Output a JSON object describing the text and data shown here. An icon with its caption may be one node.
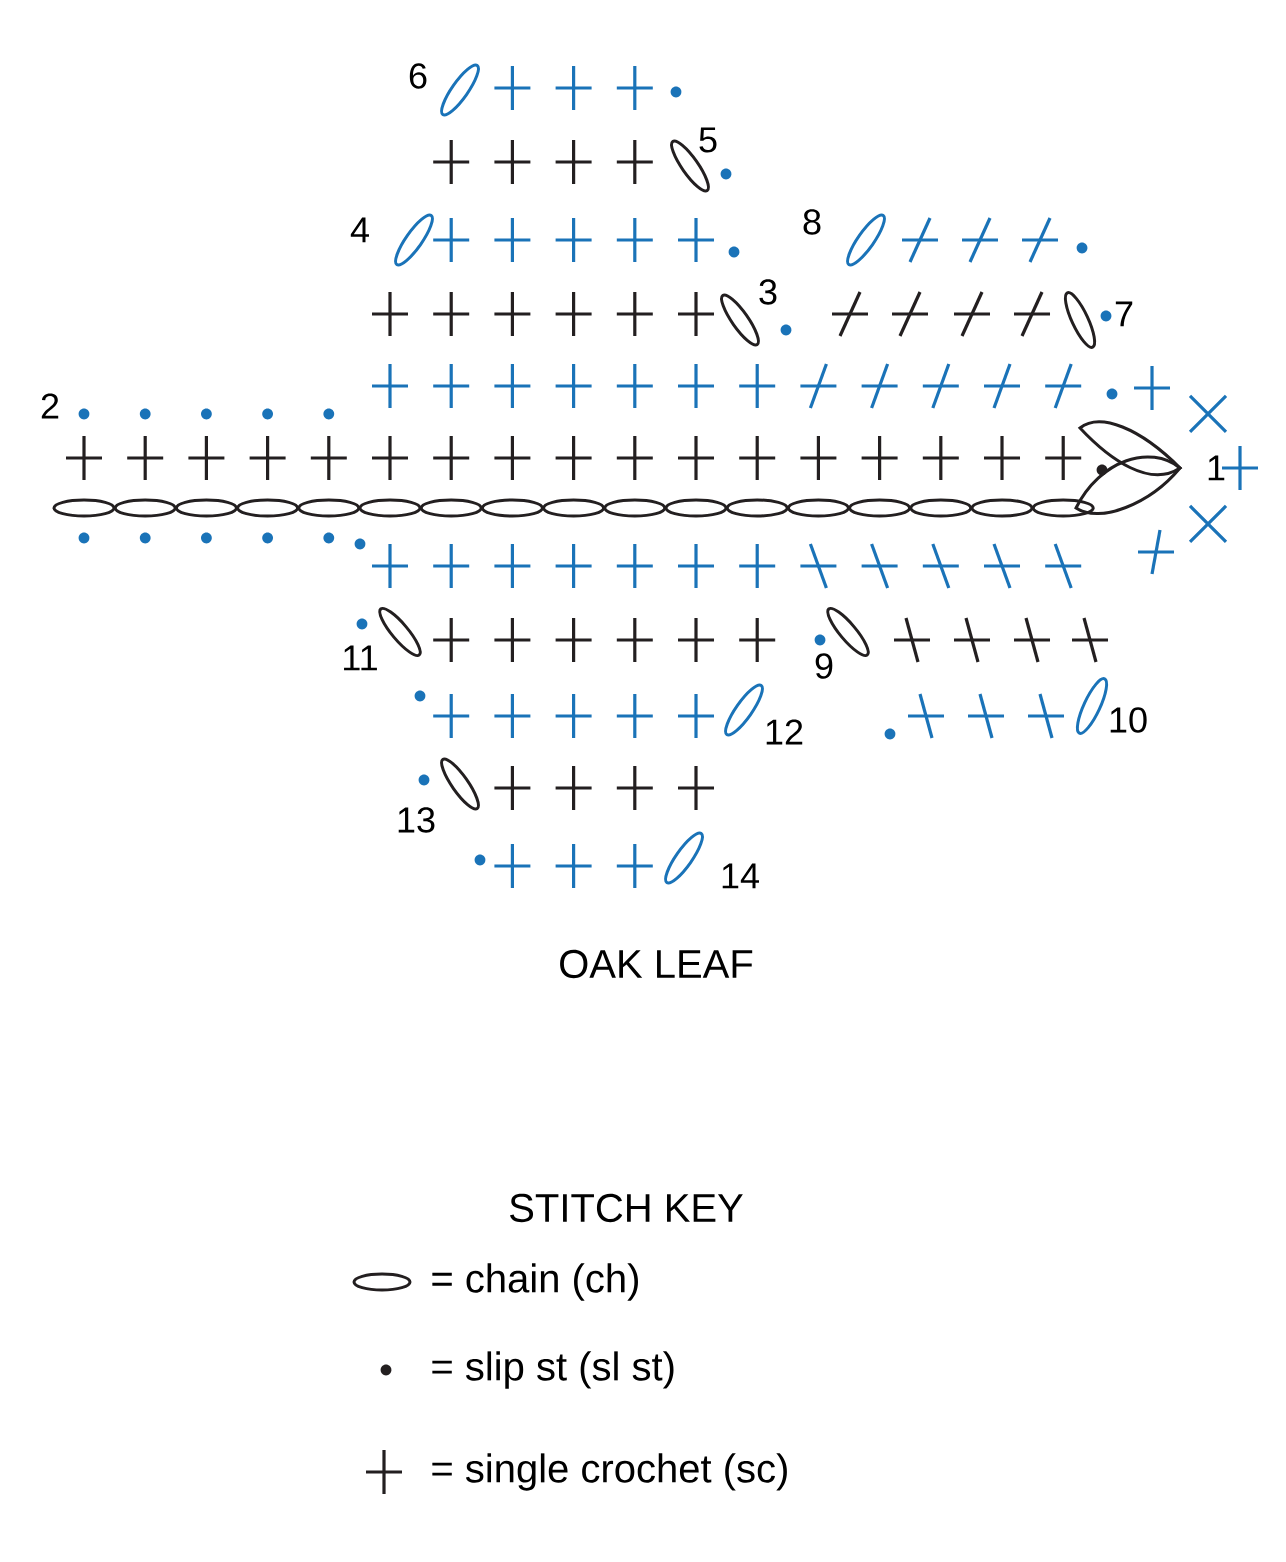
{
  "diagram": {
    "caption": "OAK LEAF",
    "labels": [
      "1",
      "2",
      "3",
      "4",
      "5",
      "6",
      "7",
      "8",
      "9",
      "10",
      "11",
      "12",
      "13",
      "14",
      "STITCH KEY"
    ],
    "legend": [
      {
        "text": "= chain (ch)"
      },
      {
        "text": "= slip st (sl st)"
      },
      {
        "text": "= single crochet (sc)"
      }
    ]
  }
}
